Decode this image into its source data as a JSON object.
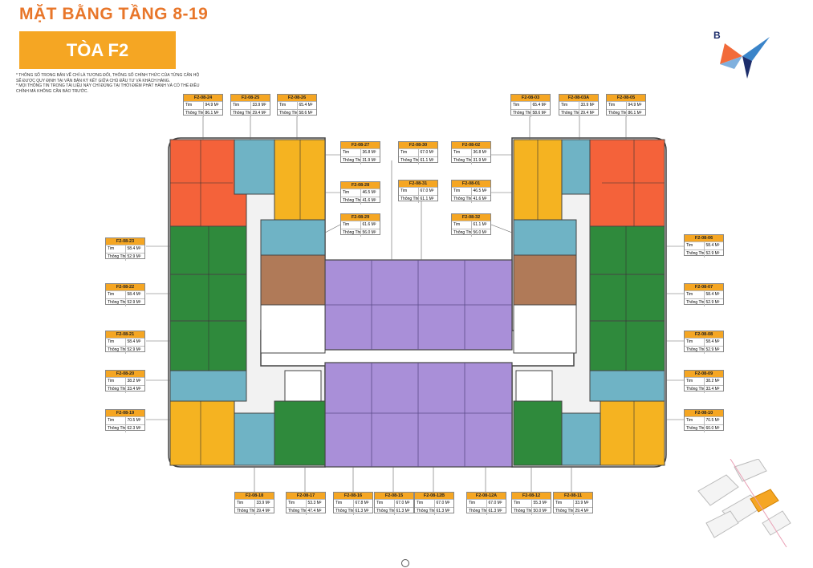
{
  "header": {
    "title": "MẶT BẰNG TẦNG 8-19",
    "tower": "TÒA F2"
  },
  "notes": [
    "* THÔNG SỐ TRONG BẢN VẼ CHỈ LÀ TƯƠNG ĐỐI, THÔNG SỐ CHÍNH THỨC CỦA TỪNG CĂN HỘ",
    "SẼ ĐƯỢC QUY ĐỊNH TẠI VĂN BẢN KÝ KẾT GIỮA CHỦ ĐẦU TƯ VÀ KHÁCH HÀNG.",
    "* MỌI THÔNG TIN TRONG TÀI LIỆU NÀY CHỈ ĐÚNG TẠI THỜI ĐIỂM PHÁT HÀNH VÀ CÓ THỂ ĐIỀU",
    "CHỈNH MÀ KHÔNG CẦN BÁO TRƯỚC."
  ],
  "logo": {
    "letter": "B"
  },
  "colors": {
    "orange_red": "#f4623a",
    "teal": "#6fb3c5",
    "yellow": "#f5b321",
    "green": "#2f8a3c",
    "brown": "#b07a58",
    "purple": "#a98fd8",
    "label_header": "#f5a623"
  },
  "labels": {
    "tim": "Tim",
    "thong_thuy": "Thông Thủy"
  },
  "units": [
    {
      "code": "F2-08-24",
      "tim": "94.9 M²",
      "tt": "86.1 M²"
    },
    {
      "code": "F2-08-25",
      "tim": "33.9 M²",
      "tt": "29.4 M²"
    },
    {
      "code": "F2-08-26",
      "tim": "65.4 M²",
      "tt": "58.6 M²"
    },
    {
      "code": "F2-08-27",
      "tim": "36.8 M²",
      "tt": "31.9 M²"
    },
    {
      "code": "F2-08-28",
      "tim": "46.5 M²",
      "tt": "41.6 M²"
    },
    {
      "code": "F2-08-29",
      "tim": "61.6 M²",
      "tt": "56.0 M²"
    },
    {
      "code": "F2-08-30",
      "tim": "67.0 M²",
      "tt": "61.1 M²"
    },
    {
      "code": "F2-08-31",
      "tim": "67.0 M²",
      "tt": "61.1 M²"
    },
    {
      "code": "F2-08-02",
      "tim": "36.8 M²",
      "tt": "31.9 M²"
    },
    {
      "code": "F2-08-01",
      "tim": "46.5 M²",
      "tt": "41.6 M²"
    },
    {
      "code": "F2-08-32",
      "tim": "61.1 M²",
      "tt": "56.0 M²"
    },
    {
      "code": "F2-08-03",
      "tim": "65.4 M²",
      "tt": "58.6 M²"
    },
    {
      "code": "F2-08-03A",
      "tim": "33.9 M²",
      "tt": "29.4 M²"
    },
    {
      "code": "F2-08-05",
      "tim": "94.9 M²",
      "tt": "86.1 M²"
    },
    {
      "code": "F2-08-23",
      "tim": "58.4 M²",
      "tt": "52.9 M²"
    },
    {
      "code": "F2-08-22",
      "tim": "58.4 M²",
      "tt": "52.9 M²"
    },
    {
      "code": "F2-08-21",
      "tim": "58.4 M²",
      "tt": "52.9 M²"
    },
    {
      "code": "F2-08-20",
      "tim": "38.2 M²",
      "tt": "33.4 M²"
    },
    {
      "code": "F2-08-19",
      "tim": "70.5 M²",
      "tt": "62.3 M²"
    },
    {
      "code": "F2-08-06",
      "tim": "58.4 M²",
      "tt": "52.9 M²"
    },
    {
      "code": "F2-08-07",
      "tim": "58.4 M²",
      "tt": "52.9 M²"
    },
    {
      "code": "F2-08-08",
      "tim": "58.4 M²",
      "tt": "52.9 M²"
    },
    {
      "code": "F2-08-09",
      "tim": "38.2 M²",
      "tt": "33.4 M²"
    },
    {
      "code": "F2-08-10",
      "tim": "70.5 M²",
      "tt": "60.0 M²"
    },
    {
      "code": "F2-08-18",
      "tim": "33.9 M²",
      "tt": "29.4 M²"
    },
    {
      "code": "F2-08-17",
      "tim": "53.3 M²",
      "tt": "47.4 M²"
    },
    {
      "code": "F2-08-16",
      "tim": "67.8 M²",
      "tt": "61.3 M²"
    },
    {
      "code": "F2-08-15",
      "tim": "67.0 M²",
      "tt": "61.3 M²"
    },
    {
      "code": "F2-08-12B",
      "tim": "67.0 M²",
      "tt": "61.3 M²"
    },
    {
      "code": "F2-08-12A",
      "tim": "67.0 M²",
      "tt": "61.3 M²"
    },
    {
      "code": "F2-08-12",
      "tim": "55.3 M²",
      "tt": "50.0 M²"
    },
    {
      "code": "F2-08-11",
      "tim": "33.9 M²",
      "tt": "29.4 M²"
    }
  ]
}
